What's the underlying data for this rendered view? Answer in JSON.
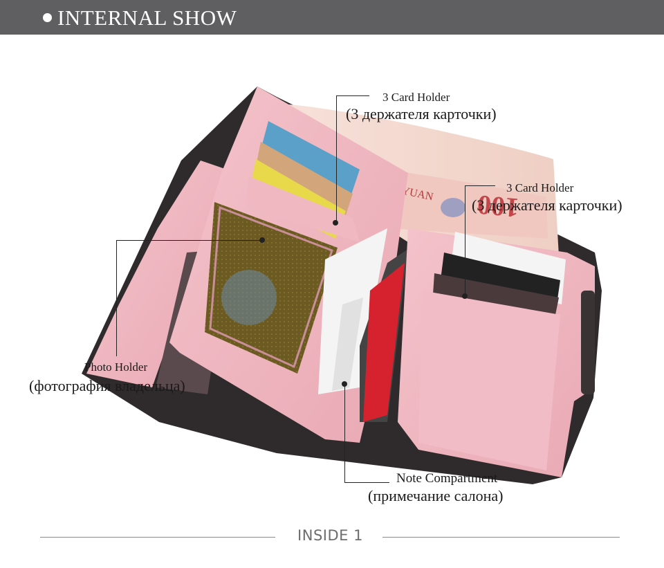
{
  "header": {
    "title": "INTERNAL SHOW"
  },
  "product": {
    "image_icon": "pink-wallet-illustration",
    "colors": {
      "pink": "#f0b9c2",
      "dark": "#2f2b2c",
      "banknote": "#f3d9cf"
    },
    "banknote_text": [
      "YUAN",
      "100"
    ]
  },
  "callouts": {
    "card_holder_left": {
      "en": "3 Card Holder",
      "ru": "(3 держателя карточки)"
    },
    "card_holder_right": {
      "en": "3 Card Holder",
      "ru": "(3 держателя карточки)"
    },
    "photo_holder": {
      "en": "Photo Holder",
      "ru": "(фотография владельца)"
    },
    "note_compartment": {
      "en": "Note Compartment",
      "ru": "(примечание салона)"
    }
  },
  "footer": {
    "label": "INSIDE 1"
  }
}
